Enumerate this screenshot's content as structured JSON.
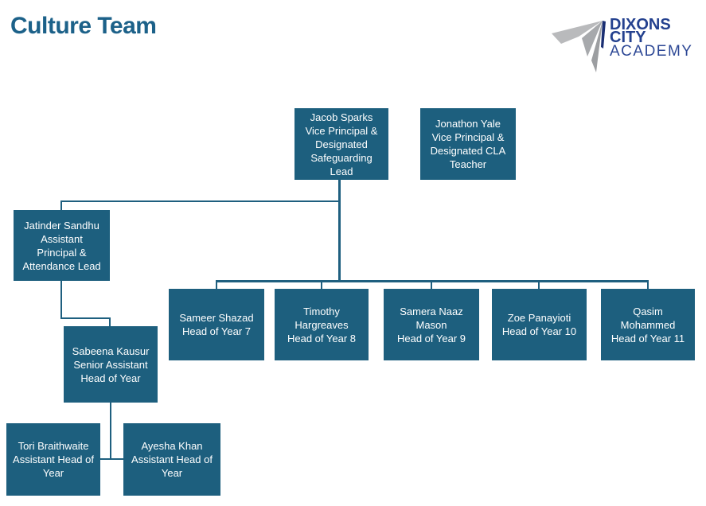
{
  "page": {
    "title": "Culture Team"
  },
  "logo": {
    "line1": "DIXONS",
    "line2": "CITY",
    "line3": "ACADEMY"
  },
  "colors": {
    "node_fill": "#1D5F7E",
    "node_text": "#FFFFFF",
    "connector": "#1E5F7F",
    "title_text": "#1C6189",
    "logo_blue": "#24418F",
    "logo_gray_light": "#B9BABC",
    "logo_gray_mid": "#A7A9AC",
    "logo_gray_dark": "#9C9EA1",
    "logo_navy": "#1B2F73"
  },
  "org_chart": {
    "nodes": [
      {
        "id": "jacob-sparks",
        "name": "Jacob Sparks",
        "role": "Vice Principal & Designated Safeguarding Lead"
      },
      {
        "id": "jonathon-yale",
        "name": "Jonathon Yale",
        "role": "Vice Principal & Designated CLA Teacher"
      },
      {
        "id": "jatinder-sandhu",
        "name": "Jatinder Sandhu",
        "role": "Assistant Principal & Attendance Lead"
      },
      {
        "id": "sameer-shazad",
        "name": "Sameer Shazad",
        "role": "Head of Year 7"
      },
      {
        "id": "timothy-hargreaves",
        "name": "Timothy Hargreaves",
        "role": "Head of Year 8"
      },
      {
        "id": "samera-naaz-mason",
        "name": "Samera Naaz Mason",
        "role": "Head of Year 9"
      },
      {
        "id": "zoe-panayioti",
        "name": "Zoe Panayioti",
        "role": "Head of Year 10"
      },
      {
        "id": "qasim-mohammed",
        "name": "Qasim Mohammed",
        "role": "Head of Year 11"
      },
      {
        "id": "sabeena-kausur",
        "name": "Sabeena Kausur",
        "role": "Senior Assistant Head of Year"
      },
      {
        "id": "tori-braithwaite",
        "name": "Tori Braithwaite",
        "role": "Assistant Head of Year"
      },
      {
        "id": "ayesha-khan",
        "name": "Ayesha Khan",
        "role": "Assistant Head of Year"
      }
    ]
  }
}
